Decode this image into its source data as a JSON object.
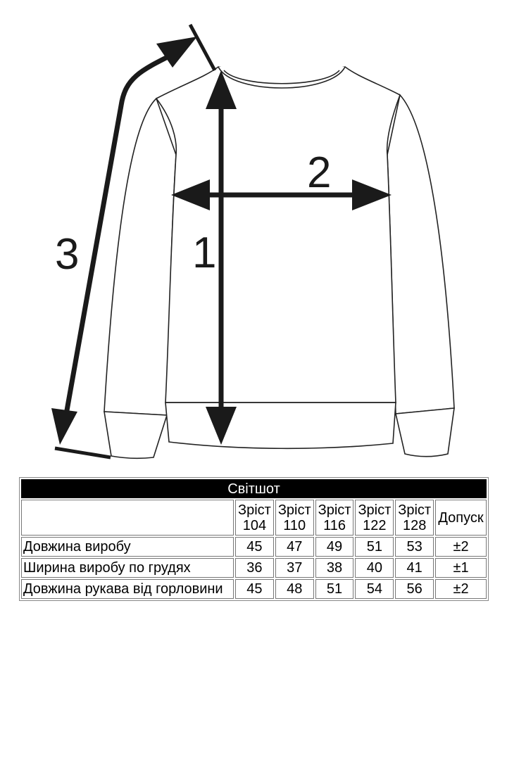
{
  "diagram": {
    "labels": {
      "length": "1",
      "chest": "2",
      "sleeve": "3"
    }
  },
  "table": {
    "title": "Світшот",
    "sizes": [
      {
        "line1": "Зріст",
        "line2": "104"
      },
      {
        "line1": "Зріст",
        "line2": "110"
      },
      {
        "line1": "Зріст",
        "line2": "116"
      },
      {
        "line1": "Зріст",
        "line2": "122"
      },
      {
        "line1": "Зріст",
        "line2": "128"
      }
    ],
    "tolerance_header": "Допуск",
    "rows": [
      {
        "label": "Довжина виробу",
        "values": [
          "45",
          "47",
          "49",
          "51",
          "53"
        ],
        "tolerance": "±2"
      },
      {
        "label": "Ширина виробу по грудях",
        "values": [
          "36",
          "37",
          "38",
          "40",
          "41"
        ],
        "tolerance": "±1"
      },
      {
        "label": "Довжина рукава від горловини",
        "values": [
          "45",
          "48",
          "51",
          "54",
          "56"
        ],
        "tolerance": "±2"
      }
    ]
  }
}
